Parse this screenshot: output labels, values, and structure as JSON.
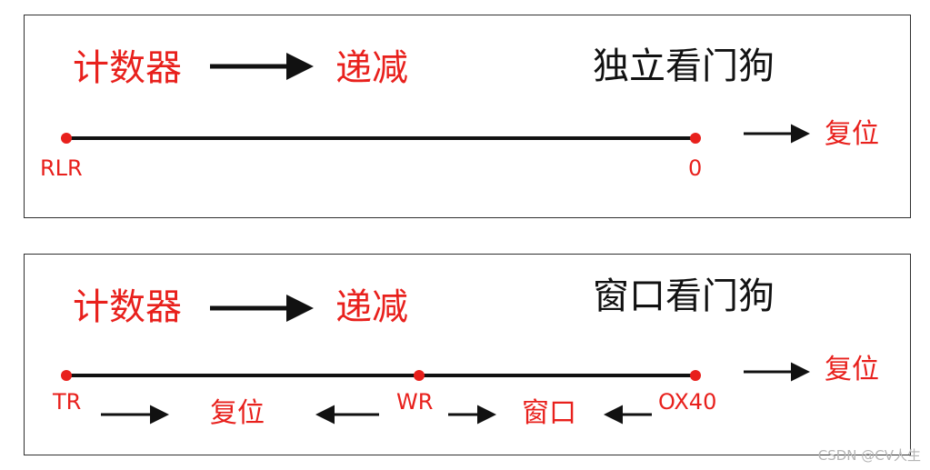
{
  "colors": {
    "accent": "#e8201c",
    "text": "#111111"
  },
  "panel_1": {
    "counter_label": "计数器",
    "direction_label": "递减",
    "title": "独立看门狗",
    "start_label": "RLR",
    "end_label": "0",
    "outcome_label": "复位"
  },
  "panel_2": {
    "counter_label": "计数器",
    "direction_label": "递减",
    "title": "窗口看门狗",
    "start_label": "TR",
    "mid_label": "WR",
    "end_label": "OX40",
    "outcome_label": "复位",
    "left_region_label": "复位",
    "right_region_label": "窗口"
  },
  "watermark": "CSDN @CV人生"
}
